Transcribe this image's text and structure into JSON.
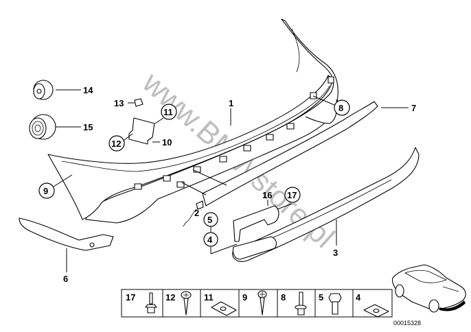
{
  "diagram": {
    "title": "Rear bumper trim parts",
    "watermark": "www.BMWstore.pl",
    "reference_code": "00015328",
    "callouts": [
      {
        "id": "1",
        "label": "1",
        "part": "bumper-trim-panel",
        "circled": false
      },
      {
        "id": "2",
        "label": "2",
        "part": "sensor-wire-bracket",
        "circled": false
      },
      {
        "id": "3",
        "label": "3",
        "part": "lower-spoiler",
        "circled": false
      },
      {
        "id": "4",
        "label": "4",
        "part": "clip-nut",
        "circled": true
      },
      {
        "id": "5",
        "label": "5",
        "part": "hex-bolt",
        "circled": true
      },
      {
        "id": "6",
        "label": "6",
        "part": "side-trim-left",
        "circled": false
      },
      {
        "id": "7",
        "label": "7",
        "part": "trim-strip-right",
        "circled": false
      },
      {
        "id": "8",
        "label": "8",
        "part": "stud-bolt",
        "circled": true
      },
      {
        "id": "9",
        "label": "9",
        "part": "screw",
        "circled": true
      },
      {
        "id": "10",
        "label": "10",
        "part": "bracket",
        "circled": false
      },
      {
        "id": "11",
        "label": "11",
        "part": "spring-nut",
        "circled": true
      },
      {
        "id": "12",
        "label": "12",
        "part": "tapping-screw",
        "circled": true
      },
      {
        "id": "13",
        "label": "13",
        "part": "cap",
        "circled": false
      },
      {
        "id": "14",
        "label": "14",
        "part": "buffer-small",
        "circled": false
      },
      {
        "id": "15",
        "label": "15",
        "part": "buffer-large",
        "circled": false
      },
      {
        "id": "16",
        "label": "16",
        "part": "mounting-bracket",
        "circled": false
      },
      {
        "id": "17",
        "label": "17",
        "part": "expanding-rivet",
        "circled": true
      }
    ]
  },
  "hardware_legend": {
    "items": [
      {
        "number": "17",
        "icon": "expanding-rivet-icon"
      },
      {
        "number": "12",
        "icon": "tapping-screw-icon"
      },
      {
        "number": "11",
        "icon": "spring-nut-icon"
      },
      {
        "number": "9",
        "icon": "screw-icon"
      },
      {
        "number": "8",
        "icon": "stud-bolt-icon"
      },
      {
        "number": "5",
        "icon": "hex-bolt-icon"
      },
      {
        "number": "4",
        "icon": "clip-nut-icon"
      }
    ]
  }
}
